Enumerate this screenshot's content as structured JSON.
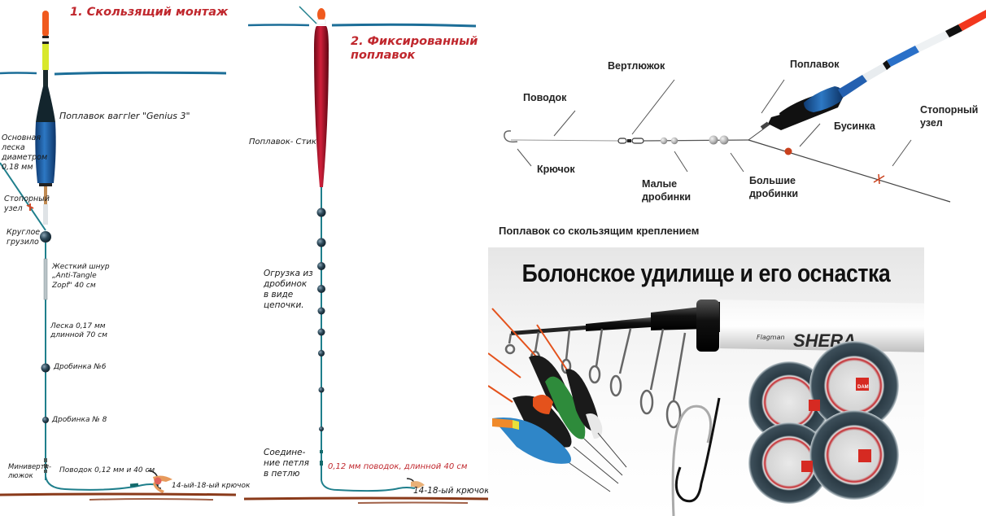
{
  "panel_sliding": {
    "title": "1. Скользящий монтаж",
    "labels": {
      "float": "Поплавок ваггler \"Genius 3\"",
      "main_line": "Основная\nлеска\nдиаметром\n0,18 мм",
      "stopper_knot": "Стопорный\nузел",
      "round_sinker": "Круглое\nгрузило",
      "stiff_cord": "Жесткий шнур\n„Anti-Tangle\nZopf\" 40 см",
      "line": "Леска 0,17 мм\nдлинной 70 см",
      "shot_6": "Дробинка №6",
      "shot_8": "Дробинка № 8",
      "mini_swivel": "Минивертл-\nлюжок",
      "leader": "Поводок 0,12 мм и 40 см",
      "hook": "14-ый-18-ый крючок"
    }
  },
  "panel_fixed": {
    "title": "2. Фиксированный\nпоплавок",
    "labels": {
      "float": "Поплавок- Стик",
      "shot_chain": "Огрузка из\nдробинок\nв виде\nцепочки.",
      "loop_join": "Соедине-\nние петля\nв петлю",
      "leader": "0,12 мм поводок, длинной 40 см",
      "hook": "14-18-ый крючок"
    }
  },
  "panel_sliding_diagram": {
    "labels": {
      "swivel": "Вертлюжок",
      "float": "Поплавок",
      "leader": "Поводок",
      "bead": "Бусинка",
      "stopper_knot": "Стопорный\nузел",
      "hook": "Крючок",
      "small_shot": "Малые\nдробинки",
      "large_shot": "Большие\nдробинки"
    },
    "caption": "Поплавок со скользящим креплением"
  },
  "photo": {
    "title": "Болонское удилище и его оснастка",
    "rod_brand": "Flagman",
    "rod_model": "SHERA",
    "shot_box_brand": "DAM"
  },
  "colors": {
    "title_red": "#c0272d",
    "line_teal": "#1f7f8c",
    "water_blue": "#1c6e98",
    "ground_brown": "#8a3a1a",
    "float_red": "#b3122b",
    "float_blue": "#1d5fa8"
  }
}
